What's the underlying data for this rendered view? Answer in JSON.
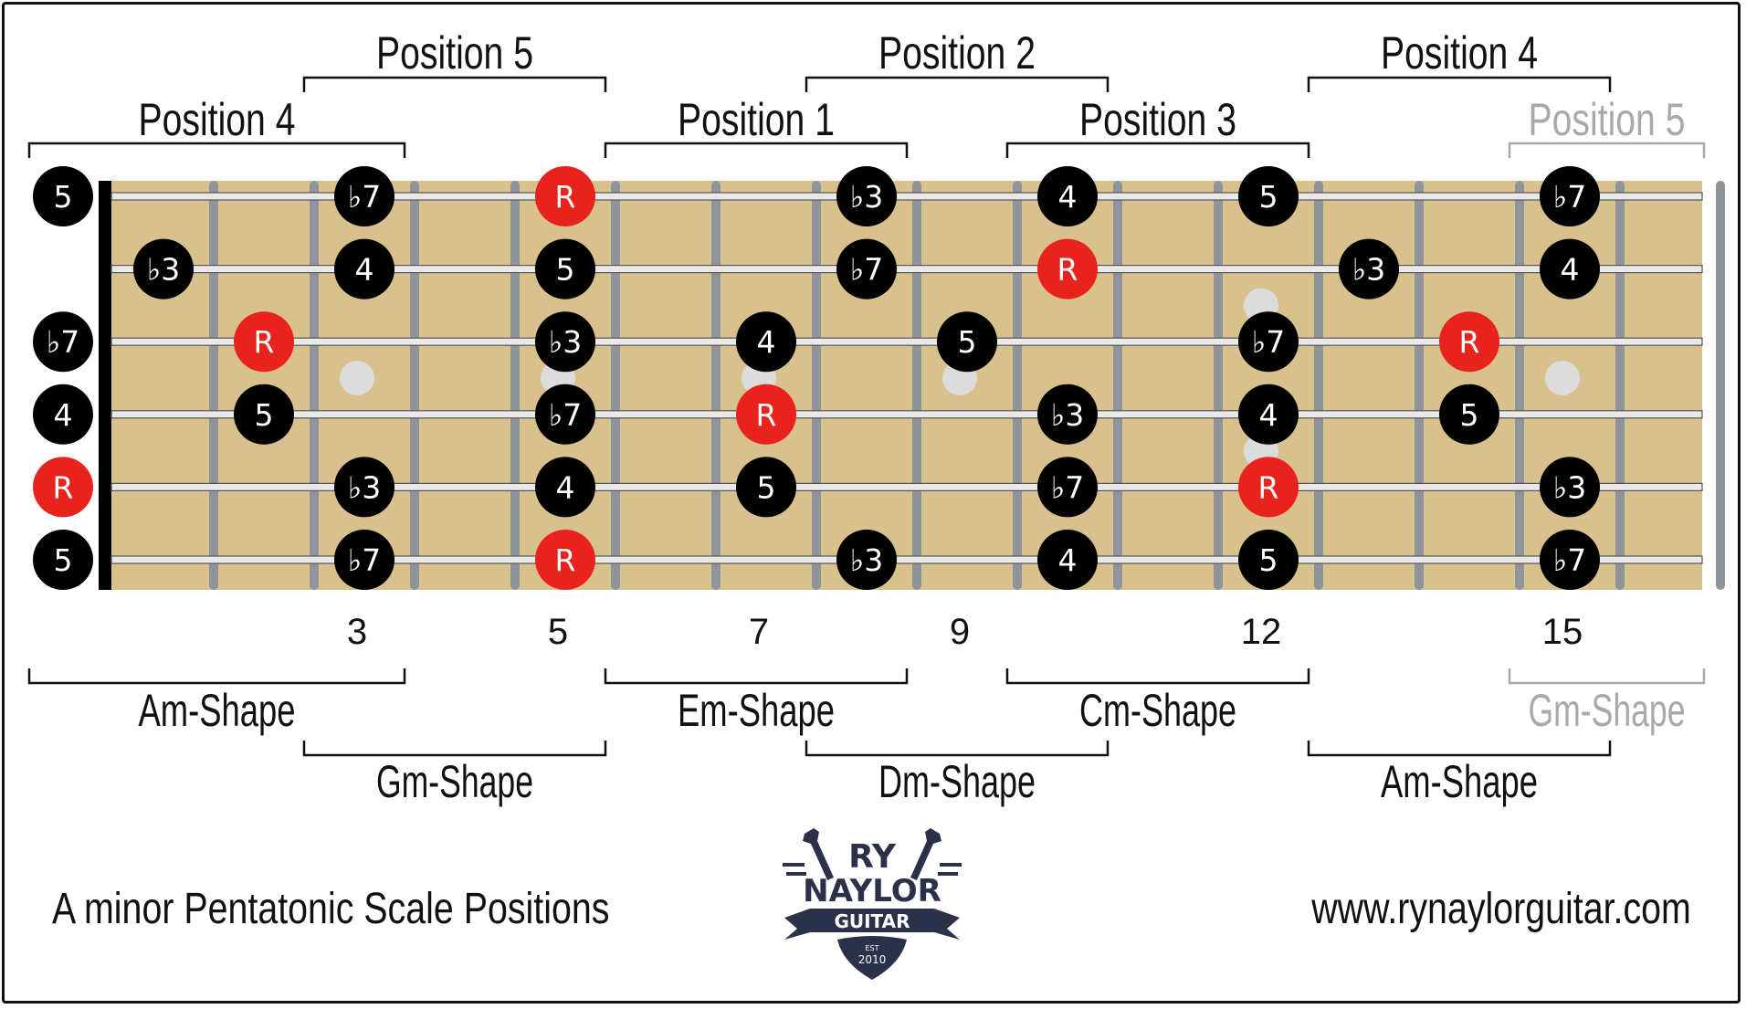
{
  "title": "A minor Pentatonic Scale Positions",
  "website": "www.rynaylorguitar.com",
  "logo": {
    "line1": "RY",
    "line2": "NAYLOR",
    "line3": "GUITAR",
    "est": "EST",
    "year": "2010"
  },
  "colors": {
    "fretboard": "#d9c18e",
    "fret": "#8f949a",
    "string": "#e9e9e9",
    "root": "#e8231d",
    "note": "#000000",
    "inlay": "#dcdcdc",
    "faded": "#a9a9a9",
    "logo": "#2b3149"
  },
  "fret_markers": [
    "3",
    "5",
    "7",
    "9",
    "12",
    "15"
  ],
  "position_labels": [
    {
      "text": "Position 5",
      "row": "top",
      "from_fret": 2,
      "to_fret": 5,
      "faded": false
    },
    {
      "text": "Position 2",
      "row": "top",
      "from_fret": 7,
      "to_fret": 10,
      "faded": false
    },
    {
      "text": "Position 4",
      "row": "top",
      "from_fret": 12,
      "to_fret": 15,
      "faded": false
    },
    {
      "text": "Position 4",
      "row": "second",
      "from_fret": 0,
      "to_fret": 3,
      "faded": false
    },
    {
      "text": "Position 1",
      "row": "second",
      "from_fret": 5,
      "to_fret": 8,
      "faded": false
    },
    {
      "text": "Position 3",
      "row": "second",
      "from_fret": 9,
      "to_fret": 12,
      "faded": false
    },
    {
      "text": "Position 5",
      "row": "second",
      "from_fret": 14,
      "to_fret": 17,
      "faded": true
    }
  ],
  "shape_labels": [
    {
      "text": "Am-Shape",
      "row": "upper",
      "from_fret": 0,
      "to_fret": 3,
      "faded": false
    },
    {
      "text": "Em-Shape",
      "row": "upper",
      "from_fret": 5,
      "to_fret": 8,
      "faded": false
    },
    {
      "text": "Cm-Shape",
      "row": "upper",
      "from_fret": 9,
      "to_fret": 12,
      "faded": false
    },
    {
      "text": "Gm-Shape",
      "row": "upper",
      "from_fret": 14,
      "to_fret": 17,
      "faded": true
    },
    {
      "text": "Gm-Shape",
      "row": "lower",
      "from_fret": 2,
      "to_fret": 5,
      "faded": false
    },
    {
      "text": "Dm-Shape",
      "row": "lower",
      "from_fret": 7,
      "to_fret": 10,
      "faded": false
    },
    {
      "text": "Am-Shape",
      "row": "lower",
      "from_fret": 12,
      "to_fret": 15,
      "faded": false
    }
  ],
  "notes": [
    {
      "string": 1,
      "fret": 0,
      "label": "5",
      "root": false
    },
    {
      "string": 1,
      "fret": 3,
      "label": "♭7",
      "root": false
    },
    {
      "string": 1,
      "fret": 5,
      "label": "R",
      "root": true
    },
    {
      "string": 1,
      "fret": 8,
      "label": "♭3",
      "root": false
    },
    {
      "string": 1,
      "fret": 10,
      "label": "4",
      "root": false
    },
    {
      "string": 1,
      "fret": 12,
      "label": "5",
      "root": false
    },
    {
      "string": 1,
      "fret": 15,
      "label": "♭7",
      "root": false
    },
    {
      "string": 2,
      "fret": 1,
      "label": "♭3",
      "root": false
    },
    {
      "string": 2,
      "fret": 3,
      "label": "4",
      "root": false
    },
    {
      "string": 2,
      "fret": 5,
      "label": "5",
      "root": false
    },
    {
      "string": 2,
      "fret": 8,
      "label": "♭7",
      "root": false
    },
    {
      "string": 2,
      "fret": 10,
      "label": "R",
      "root": true
    },
    {
      "string": 2,
      "fret": 13,
      "label": "♭3",
      "root": false
    },
    {
      "string": 2,
      "fret": 15,
      "label": "4",
      "root": false
    },
    {
      "string": 3,
      "fret": 0,
      "label": "♭7",
      "root": false
    },
    {
      "string": 3,
      "fret": 2,
      "label": "R",
      "root": true
    },
    {
      "string": 3,
      "fret": 5,
      "label": "♭3",
      "root": false
    },
    {
      "string": 3,
      "fret": 7,
      "label": "4",
      "root": false
    },
    {
      "string": 3,
      "fret": 9,
      "label": "5",
      "root": false
    },
    {
      "string": 3,
      "fret": 12,
      "label": "♭7",
      "root": false
    },
    {
      "string": 3,
      "fret": 14,
      "label": "R",
      "root": true
    },
    {
      "string": 4,
      "fret": 0,
      "label": "4",
      "root": false
    },
    {
      "string": 4,
      "fret": 2,
      "label": "5",
      "root": false
    },
    {
      "string": 4,
      "fret": 5,
      "label": "♭7",
      "root": false
    },
    {
      "string": 4,
      "fret": 7,
      "label": "R",
      "root": true
    },
    {
      "string": 4,
      "fret": 10,
      "label": "♭3",
      "root": false
    },
    {
      "string": 4,
      "fret": 12,
      "label": "4",
      "root": false
    },
    {
      "string": 4,
      "fret": 14,
      "label": "5",
      "root": false
    },
    {
      "string": 5,
      "fret": 0,
      "label": "R",
      "root": true
    },
    {
      "string": 5,
      "fret": 3,
      "label": "♭3",
      "root": false
    },
    {
      "string": 5,
      "fret": 5,
      "label": "4",
      "root": false
    },
    {
      "string": 5,
      "fret": 7,
      "label": "5",
      "root": false
    },
    {
      "string": 5,
      "fret": 10,
      "label": "♭7",
      "root": false
    },
    {
      "string": 5,
      "fret": 12,
      "label": "R",
      "root": true
    },
    {
      "string": 5,
      "fret": 15,
      "label": "♭3",
      "root": false
    },
    {
      "string": 6,
      "fret": 0,
      "label": "5",
      "root": false
    },
    {
      "string": 6,
      "fret": 3,
      "label": "♭7",
      "root": false
    },
    {
      "string": 6,
      "fret": 5,
      "label": "R",
      "root": true
    },
    {
      "string": 6,
      "fret": 8,
      "label": "♭3",
      "root": false
    },
    {
      "string": 6,
      "fret": 10,
      "label": "4",
      "root": false
    },
    {
      "string": 6,
      "fret": 12,
      "label": "5",
      "root": false
    },
    {
      "string": 6,
      "fret": 15,
      "label": "♭7",
      "root": false
    }
  ]
}
